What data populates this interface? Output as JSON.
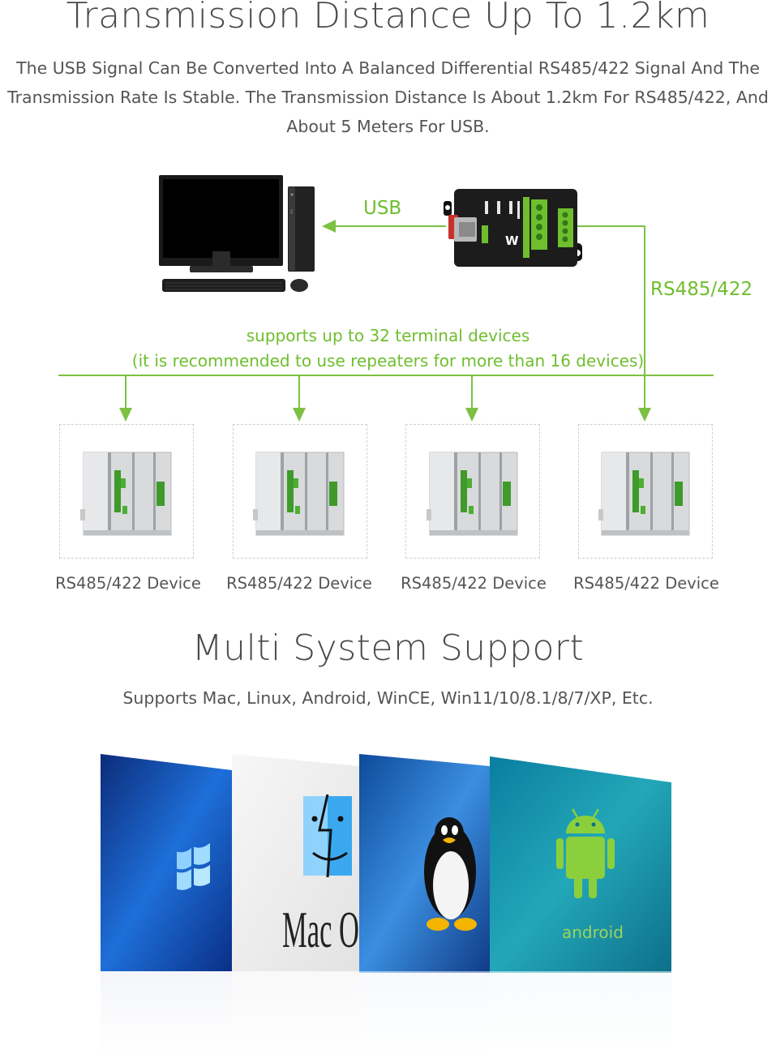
{
  "section1": {
    "title": "Transmission Distance Up To 1.2km",
    "description_lines": [
      "The USB Signal Can Be Converted Into A Balanced Differential RS485/422 Signal And The",
      "Transmission Rate Is Stable. The Transmission Distance Is About 1.2km For RS485/422, And",
      "About 5 Meters For USB."
    ]
  },
  "diagram": {
    "usb_label": "USB",
    "rs_label": "RS485/422",
    "note_line1": "supports up to 32 terminal devices",
    "note_line2": "(it is recommended to use repeaters for more than 16 devices)",
    "devices": [
      {
        "label": "RS485/422 Device"
      },
      {
        "label": "RS485/422 Device"
      },
      {
        "label": "RS485/422 Device"
      },
      {
        "label": "RS485/422 Device"
      }
    ],
    "line_color": "#7cc142",
    "module_logo_text": "W"
  },
  "section2": {
    "title": "Multi System Support",
    "description": "Supports Mac, Linux, Android, WinCE, Win11/10/8.1/8/7/XP, Etc.",
    "os_panels": [
      {
        "name": "windows-icon"
      },
      {
        "name": "mac-os-icon",
        "logo_text": "Mac O"
      },
      {
        "name": "linux-tux-icon"
      },
      {
        "name": "android-icon",
        "logo_text": "android"
      }
    ]
  }
}
